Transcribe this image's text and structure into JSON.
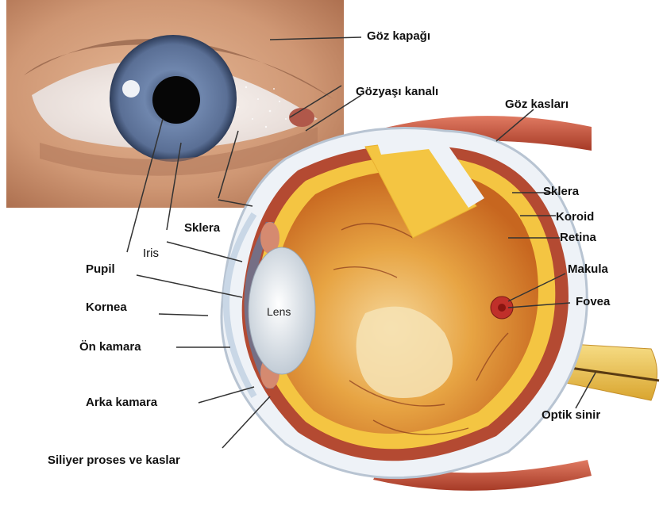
{
  "labels": {
    "eyelid": "Göz kapağı",
    "tear_duct": "Gözyaşı kanalı",
    "eye_muscles": "Göz kasları",
    "sclera_right": "Sklera",
    "choroid": "Koroid",
    "retina": "Retina",
    "macula": "Makula",
    "fovea": "Fovea",
    "optic_nerve": "Optik sinir",
    "sclera_left": "Sklera",
    "iris": "Iris",
    "pupil": "Pupil",
    "cornea": "Kornea",
    "anterior_chamber": "Ön kamara",
    "posterior_chamber": "Arka kamara",
    "ciliary": "Siliyer proses ve kaslar",
    "lens": "Lens"
  },
  "colors": {
    "iris": "#5a6f95",
    "skin": "#c98f6c",
    "vitreous": "#e9a33c",
    "retina_yellow": "#f4c542",
    "choroid": "#b44a32",
    "sclera": "#eef2f7",
    "leader_line": "#333333"
  }
}
